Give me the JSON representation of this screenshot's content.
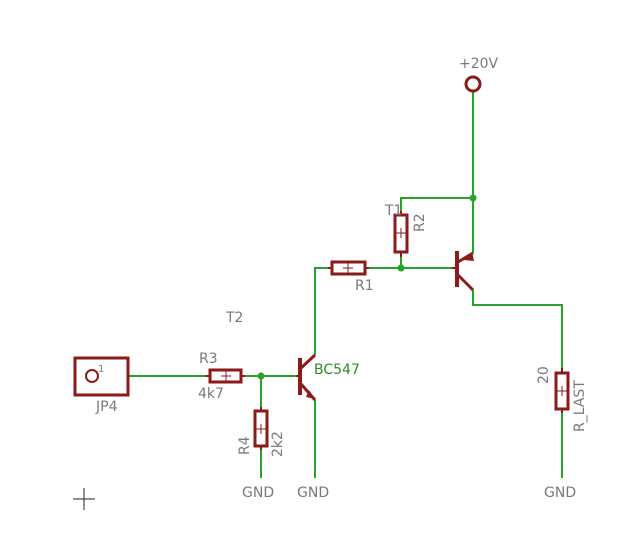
{
  "labels": {
    "supply": "+20V",
    "r1_name": "R1",
    "r2_name": "R2",
    "t1_name": "T1",
    "t2_name": "T2",
    "r3_name": "R3",
    "r3_value": "4k7",
    "r4_name": "R4",
    "r4_value": "2k2",
    "q_value": "BC547",
    "rlast_name": "R_LAST",
    "rlast_value": "20",
    "jp4_name": "JP4",
    "jp4_pin": "1",
    "gnd1": "GND",
    "gnd2": "GND",
    "gnd3": "GND"
  },
  "colors": {
    "wire": "#2aa12a",
    "component": "#8b1a1a",
    "label": "#7a7a7a",
    "value_highlight": "#2d8a2d"
  }
}
